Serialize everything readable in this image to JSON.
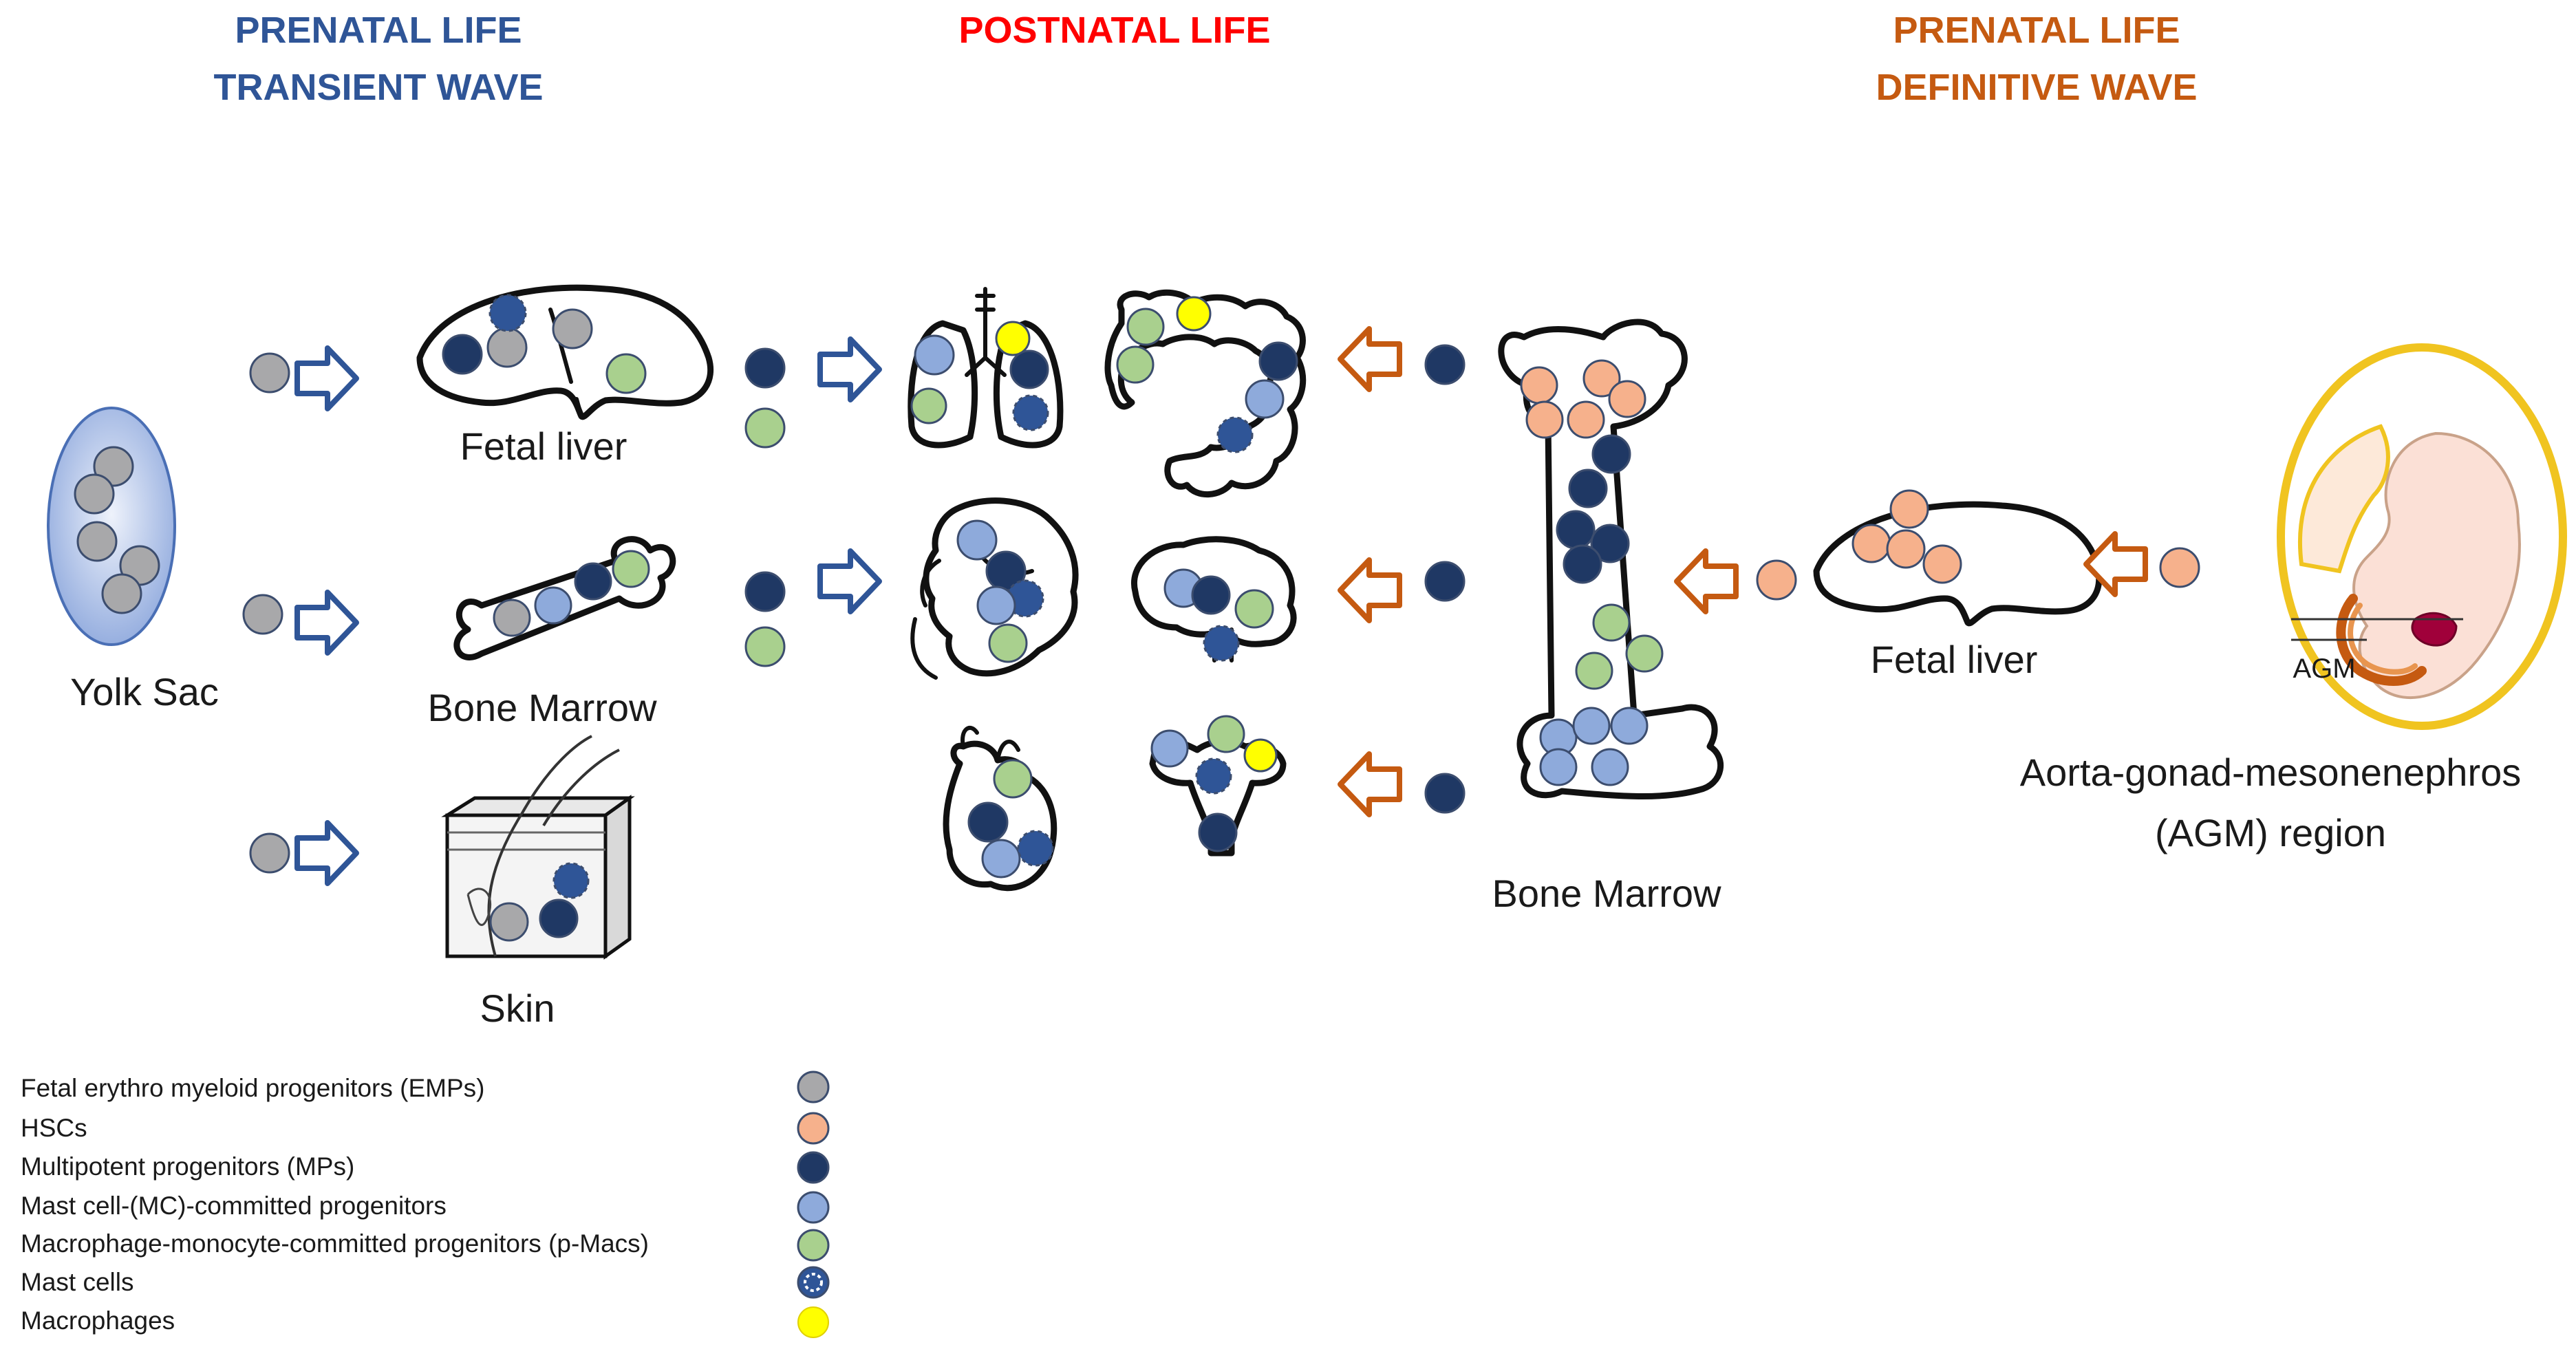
{
  "headers": {
    "left_line1": "PRENATAL LIFE",
    "left_line2": "TRANSIENT WAVE",
    "center": "POSTNATAL LIFE",
    "right_line1": "PRENATAL LIFE",
    "right_line2": "DEFINITIVE WAVE"
  },
  "labels": {
    "yolk_sac": "Yolk Sac",
    "fetal_liver_left": "Fetal liver",
    "bone_marrow_left": "Bone Marrow",
    "skin": "Skin",
    "bone_marrow_right": "Bone Marrow",
    "fetal_liver_right": "Fetal liver",
    "agm_tag": "AGM",
    "agm_line1": "Aorta-gonad-mesonenephros",
    "agm_line2": "(AGM) region"
  },
  "legend": [
    {
      "label": "Fetal erythro myeloid progenitors (EMPs)",
      "color": "#a8a8aa",
      "kind": "dot"
    },
    {
      "label": "HSCs",
      "color": "#f6b18c",
      "kind": "dot"
    },
    {
      "label": "Multipotent progenitors (MPs)",
      "color": "#1f3864",
      "kind": "dot"
    },
    {
      "label": "Mast cell-(MC)-committed progenitors",
      "color": "#8eaadb",
      "kind": "dot"
    },
    {
      "label": "Macrophage-monocyte-committed progenitors (p-Macs)",
      "color": "#a9d08e",
      "kind": "dot"
    },
    {
      "label": "Mast cells",
      "color": "#2f5597",
      "kind": "granular"
    },
    {
      "label": "Macrophages",
      "color": "#ffff00",
      "kind": "dot"
    }
  ],
  "colors": {
    "transient": "#2f5597",
    "postnatal": "#ff0000",
    "definitive": "#c55a11",
    "arrow_blue": "#2f5597",
    "arrow_orange": "#c55a11"
  }
}
